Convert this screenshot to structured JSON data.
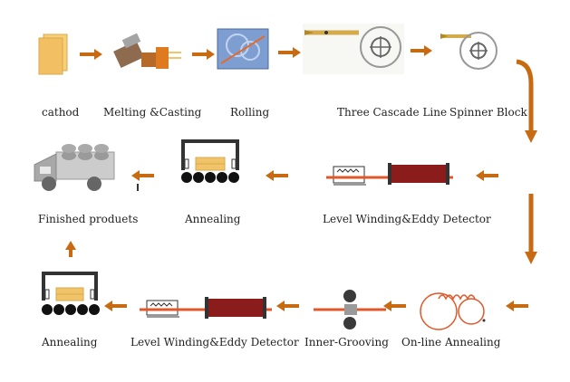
{
  "steps": {
    "cathod": "cathod",
    "melting_casting": "Melting &Casting",
    "rolling": "Rolling",
    "three_cascade": "Three Cascade Line",
    "spinner_block": "Spinner Block",
    "level_winding_1": "Level Winding&Eddy Detector",
    "annealing_1": "Annealing",
    "finished": "Finished produets",
    "online_annealing": "On-line Annealing",
    "inner_grooving": "Inner-Grooving",
    "level_winding_2": "Level Winding&Eddy Detector",
    "annealing_2": "Annealing"
  },
  "colors": {
    "arrow": "#c86a12",
    "coil": "#8a1c1c",
    "tube": "#e0572a",
    "gold": "#f2c46a"
  }
}
